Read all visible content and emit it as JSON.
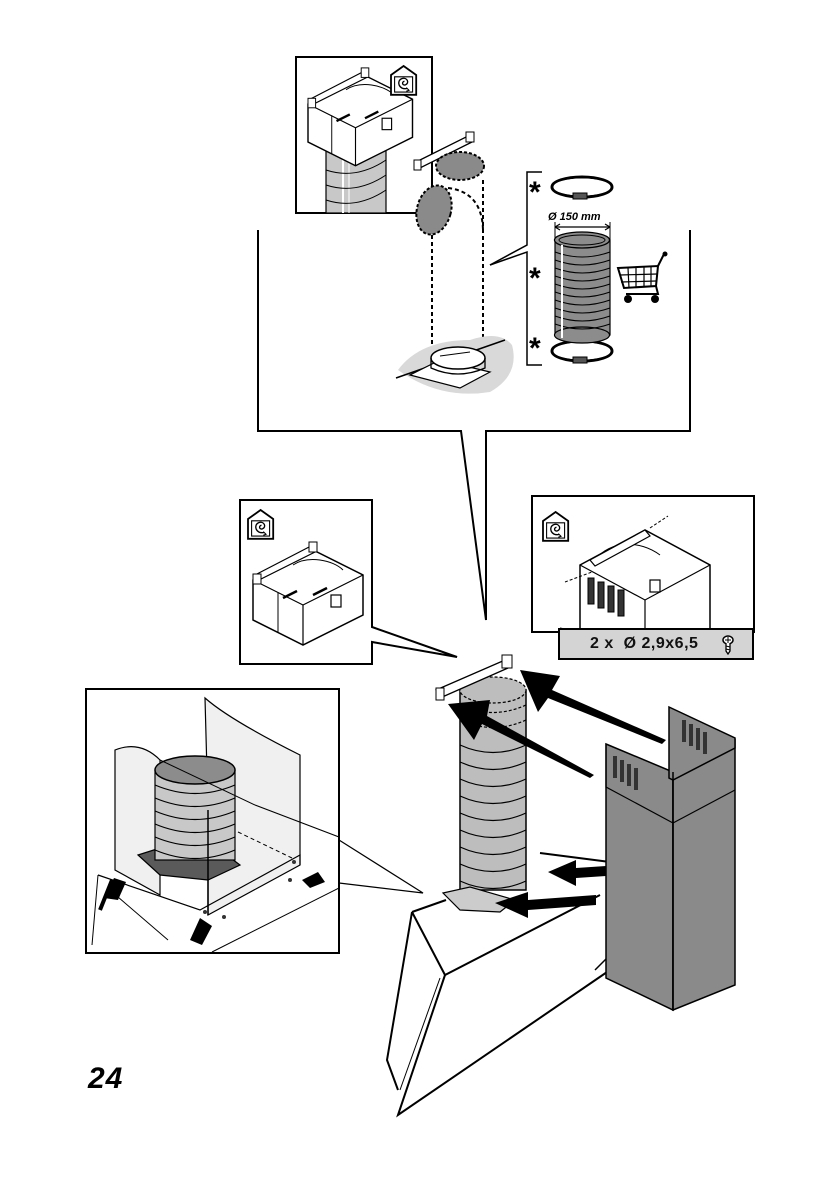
{
  "page": {
    "number": "24"
  },
  "top_panel": {
    "duct_dimension": "Ø 150 mm",
    "optional_markers": [
      "*",
      "*",
      "*"
    ],
    "optional_items": [
      "hose-clamp",
      "flexible-duct",
      "hose-clamp"
    ],
    "purchase_icon": "shopping-cart-icon"
  },
  "screw_callout": {
    "text": "2 x  Ø 2,9x6,5",
    "icon": "screw-icon"
  },
  "mode_icon": "ducted-extraction-house-icon",
  "colors": {
    "line": "#000000",
    "chimney_gray": "#8a8a8a",
    "duct_gray": "#bdbdbd",
    "dark_duct_gray": "#8c8c8c",
    "shadow_gray": "#d9d9d9",
    "panel_bg": "#d4d4d4"
  }
}
